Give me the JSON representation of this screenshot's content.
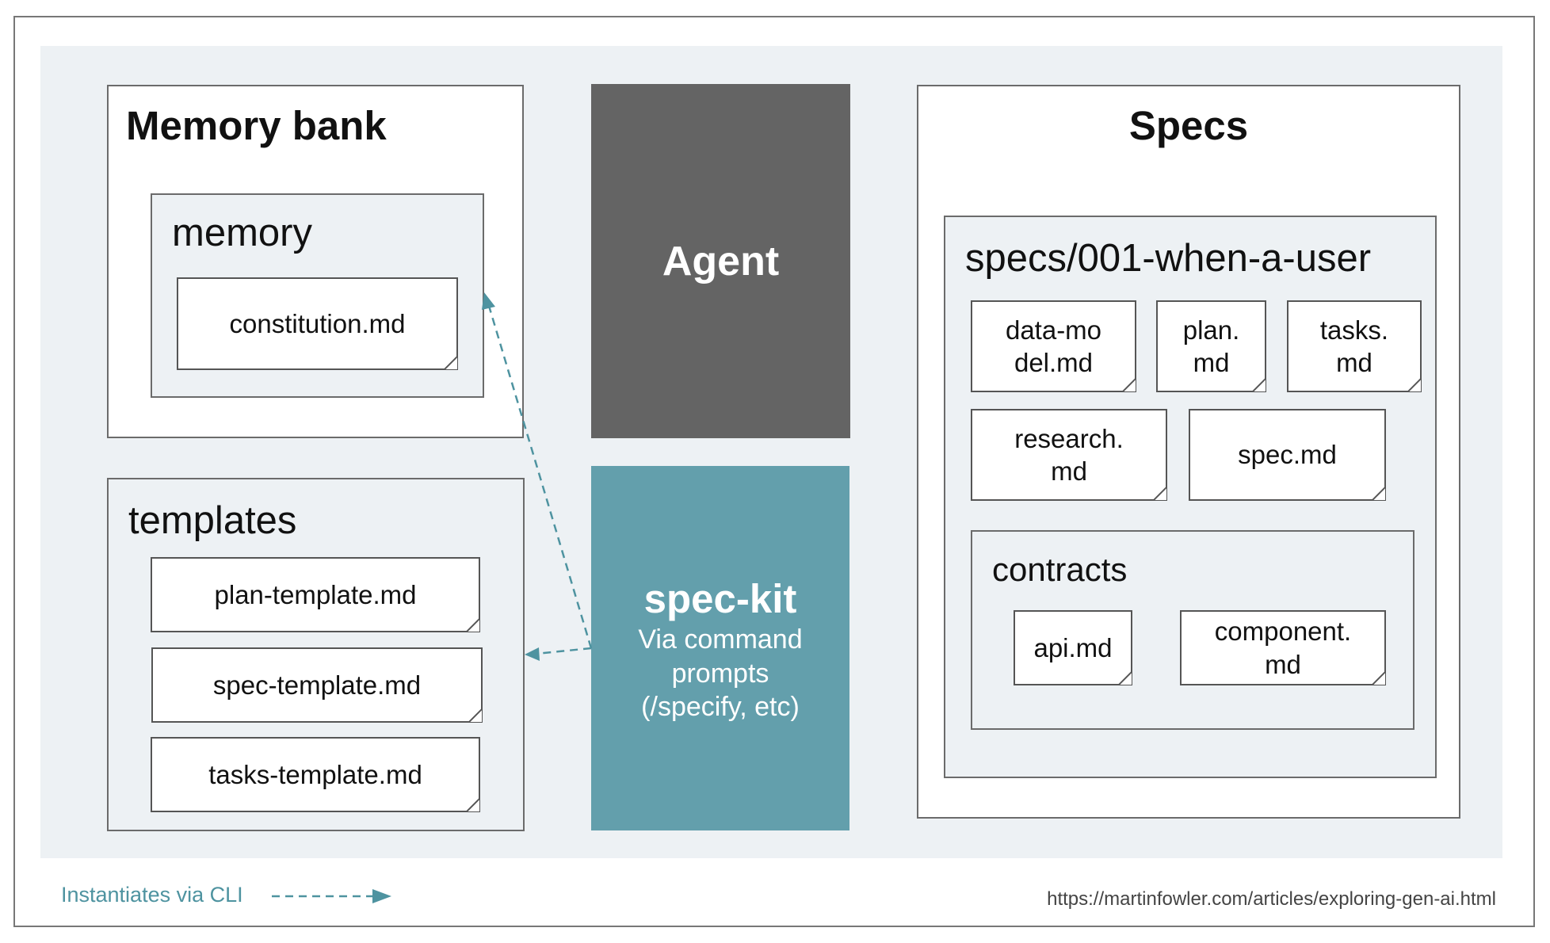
{
  "memory_bank": {
    "title": "Memory bank",
    "memory": {
      "title": "memory",
      "files": [
        "constitution.md"
      ]
    }
  },
  "agent": {
    "label": "Agent"
  },
  "spec_kit": {
    "title": "spec-kit",
    "subtitle": "Via command\nprompts\n(/specify, etc)"
  },
  "templates": {
    "title": "templates",
    "files": [
      "plan-template.md",
      "spec-template.md",
      "tasks-template.md"
    ]
  },
  "specs": {
    "title": "Specs",
    "folder": {
      "title": "specs/001-when-a-user",
      "files": [
        "data-mo\ndel.md",
        "plan.\nmd",
        "tasks.\nmd",
        "research.\nmd",
        "spec.md"
      ],
      "contracts": {
        "title": "contracts",
        "files": [
          "api.md",
          "component.\nmd"
        ]
      }
    }
  },
  "legend": {
    "label": "Instantiates via CLI"
  },
  "source_url": "https://martinfowler.com/articles/exploring-gen-ai.html",
  "colors": {
    "accent_teal": "#639fac",
    "arrow_teal": "#4e93a0",
    "agent_grey": "#646464",
    "canvas_bg": "#edf1f4"
  }
}
